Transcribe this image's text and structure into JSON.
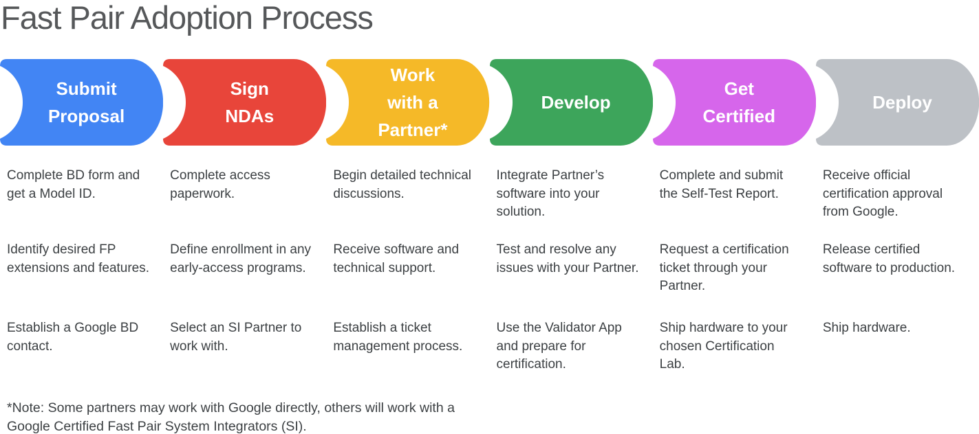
{
  "title": "Fast Pair Adoption Process",
  "note": "*Note: Some partners may work with Google directly, others will work with a\nGoogle Certified Fast Pair System Integrators (SI).",
  "colors": {
    "title_text": "#56585a",
    "body_text": "#3c4043",
    "stage_label_text": "#ffffff"
  },
  "stages": [
    {
      "label": "Submit\nProposal",
      "color": "#4285F4",
      "steps": [
        "Complete BD form and get a Model ID.",
        "Identify desired FP extensions and features.",
        "Establish a Google BD contact."
      ]
    },
    {
      "label": "Sign\nNDAs",
      "color": "#E8453A",
      "steps": [
        "Complete access paperwork.",
        "Define enrollment in any early-access programs.",
        "Select an SI Partner to work with."
      ]
    },
    {
      "label": "Work\nwith a\nPartner*",
      "color": "#F5B928",
      "steps": [
        "Begin detailed technical discussions.",
        "Receive software and technical support.",
        "Establish a ticket management process."
      ]
    },
    {
      "label": "Develop",
      "color": "#3DA55B",
      "steps": [
        "Integrate Partner’s software into your solution.",
        "Test and resolve any issues with your Partner.",
        "Use the Validator App and prepare for certification."
      ]
    },
    {
      "label": "Get\nCertified",
      "color": "#D666EB",
      "steps": [
        "Complete and submit the Self-Test Report.",
        "Request a certification ticket through your Partner.",
        "Ship hardware to your chosen Certification Lab."
      ]
    },
    {
      "label": "Deploy",
      "color": "#BDC1C6",
      "steps": [
        "Receive official certification approval from Google.",
        "Release certified software to production.",
        "Ship hardware."
      ]
    }
  ]
}
